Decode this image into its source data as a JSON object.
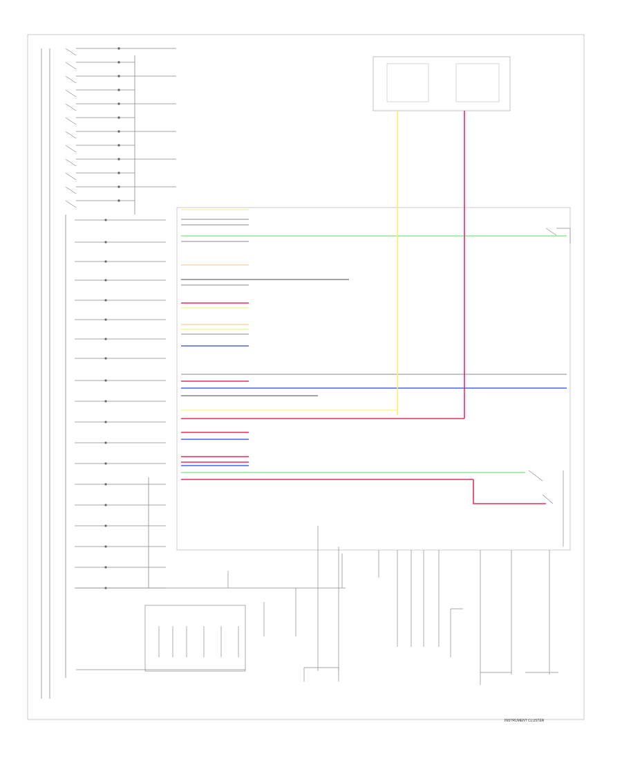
{
  "footer": {
    "left_code": "",
    "right_title": "INSTRUMENT CLUSTER"
  },
  "colors": {
    "yellow": "#f2f06a",
    "red": "#ee2a5a",
    "green": "#8fe88f",
    "blue": "#4a64e6",
    "gray": "#8a8a8a",
    "orange": "#f2c77a",
    "black": "#444444"
  },
  "left_labels": [
    "",
    "",
    "",
    "",
    "",
    "",
    "",
    "",
    "",
    "",
    "",
    "",
    "",
    "",
    "",
    "",
    "",
    "",
    "",
    "",
    ""
  ],
  "wires": [
    {
      "color": "yellow"
    },
    {
      "color": "gray"
    },
    {
      "color": "gray"
    },
    {
      "color": "green"
    },
    {
      "color": "gray"
    },
    {
      "color": "orange"
    },
    {
      "color": "black"
    },
    {
      "color": "gray"
    },
    {
      "color": "red"
    },
    {
      "color": "yellow"
    },
    {
      "color": "orange"
    },
    {
      "color": "yellow"
    },
    {
      "color": "gray"
    },
    {
      "color": "blue"
    },
    {
      "color": "gray"
    },
    {
      "color": "red"
    },
    {
      "color": "blue"
    },
    {
      "color": "black"
    },
    {
      "color": "yellow"
    },
    {
      "color": "red"
    },
    {
      "color": "red"
    },
    {
      "color": "blue"
    },
    {
      "color": "red"
    },
    {
      "color": "red"
    },
    {
      "color": "blue"
    },
    {
      "color": "green"
    },
    {
      "color": "red"
    }
  ]
}
